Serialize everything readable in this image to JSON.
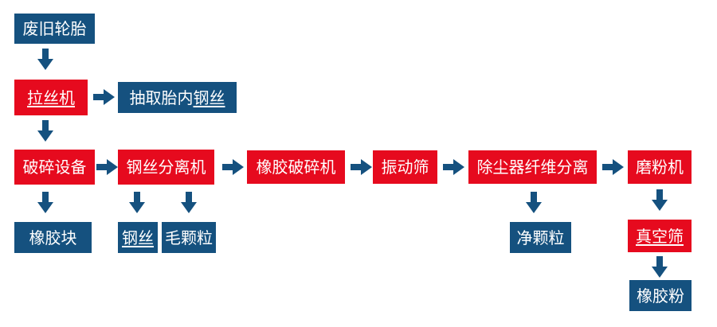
{
  "colors": {
    "process_red": "#e60a1e",
    "output_blue": "#15517f",
    "arrow_blue": "#15517f",
    "text_white": "#ffffff",
    "background": "#ffffff"
  },
  "nodes": {
    "waste_tire": "废旧轮胎",
    "wire_drawing_machine": "拉丝机",
    "extract_prefix": "抽取胎内",
    "extract_term": "钢丝",
    "crushing_equipment": "破碎设备",
    "steel_wire_separator": "钢丝分离机",
    "rubber_crusher": "橡胶破碎机",
    "vibrating_screen": "振动筛",
    "dust_collector_fiber_separation": "除尘器纤维分离",
    "grinding_machine": "磨粉机",
    "rubber_block": "橡胶块",
    "steel_wire": "钢丝",
    "rough_granules": "毛颗粒",
    "clean_granules": "净颗粒",
    "vacuum_screen": "真空筛",
    "rubber_powder": "橡胶粉"
  }
}
